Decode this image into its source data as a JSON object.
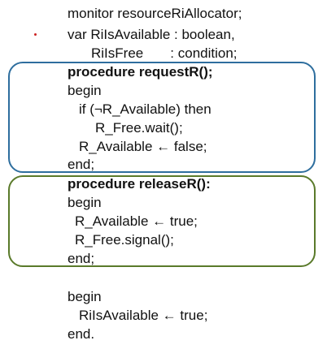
{
  "colors": {
    "text": "#111111",
    "box1_border": "#2e6e9e",
    "box2_border": "#5a7a2a",
    "dot": "#cc2222"
  },
  "code": {
    "monitor_line": "monitor resourceRiAllocator;",
    "var_line": "var RiIsAvailable : boolean,",
    "free_line": "RiIsFree       : condition;",
    "request": {
      "header": "procedure requestR();",
      "begin": "begin",
      "if_line": "if (¬R_Available) then",
      "wait_line": "R_Free.wait();",
      "assign_line": "R_Available ← false;",
      "end": "end;"
    },
    "release": {
      "header": "procedure releaseR():",
      "begin": "begin",
      "assign_line": "R_Available ← true;",
      "signal_line": "R_Free.signal();",
      "end": "end;"
    },
    "init": {
      "begin": "begin",
      "assign_line": "RiIsAvailable ← true;",
      "end": "end."
    }
  }
}
